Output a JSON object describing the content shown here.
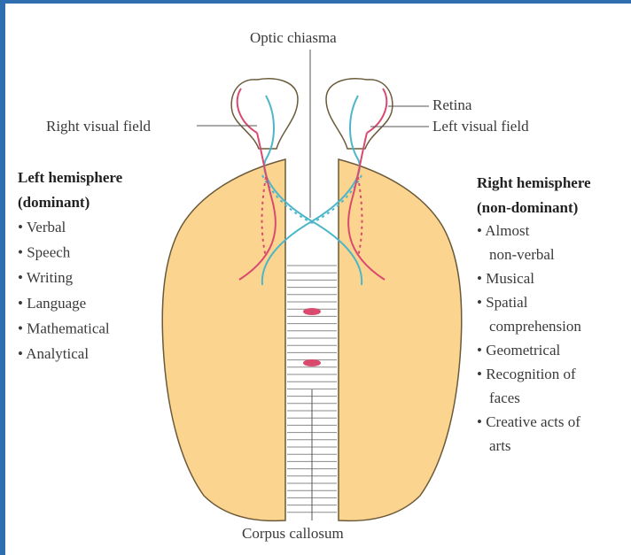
{
  "labels": {
    "optic_chiasma": "Optic chiasma",
    "retina": "Retina",
    "left_visual_field": "Left visual field",
    "right_visual_field": "Right visual field",
    "corpus_callosum": "Corpus callosum"
  },
  "left_hemisphere": {
    "title_line1": "Left hemisphere",
    "title_line2": "(dominant)",
    "items": [
      "Verbal",
      "Speech",
      "Writing",
      "Language",
      "Mathematical",
      "Analytical"
    ]
  },
  "right_hemisphere": {
    "title_line1": "Right hemisphere",
    "title_line2": "(non-dominant)",
    "items": [
      [
        "Almost",
        "non-verbal"
      ],
      [
        "Musical"
      ],
      [
        "Spatial",
        "comprehension"
      ],
      [
        "Geometrical"
      ],
      [
        "Recognition of",
        "faces"
      ],
      [
        "Creative acts of",
        "arts"
      ]
    ]
  },
  "colors": {
    "hemisphere_fill": "#fbd58f",
    "hemisphere_stroke": "#6b5a3a",
    "pathway_pink": "#d94a6e",
    "pathway_blue": "#4fb6c8",
    "frame_blue": "#2f6fb0"
  }
}
